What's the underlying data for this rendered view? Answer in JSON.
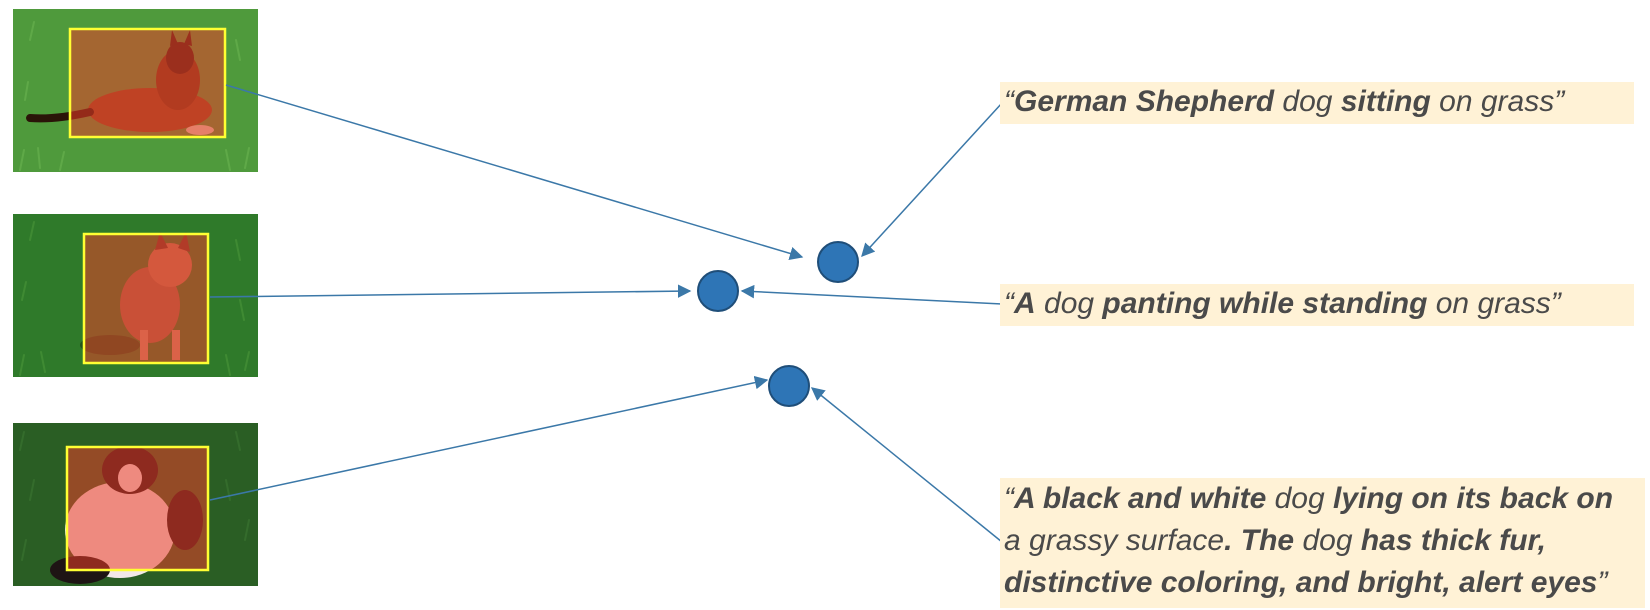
{
  "images": [
    {
      "subject": "german-shepherd",
      "grass": "#4f9a3c",
      "grass_dark": "#3f8530"
    },
    {
      "subject": "husky",
      "grass": "#2f7a2a",
      "grass_dark": "#225f1e"
    },
    {
      "subject": "black-white-dog",
      "grass": "#2a5e24",
      "grass_dark": "#1b4318"
    }
  ],
  "colors": {
    "box_outline": "#ffff33",
    "mask_overlay": "rgba(235, 60, 40, 0.55)",
    "node_fill": "#2e75b6",
    "node_stroke": "#1f4e79",
    "arrow": "#3b78a8",
    "caption_bg": "#fff2d6",
    "caption_text": "#4a4a4a"
  },
  "captions": [
    {
      "segments": [
        {
          "text": "“",
          "bold": false
        },
        {
          "text": "German Shepherd",
          "bold": true
        },
        {
          "text": " dog ",
          "bold": false
        },
        {
          "text": "sitting",
          "bold": true
        },
        {
          "text": " on grass”",
          "bold": false
        }
      ]
    },
    {
      "segments": [
        {
          "text": "“",
          "bold": false
        },
        {
          "text": "A",
          "bold": true
        },
        {
          "text": " dog ",
          "bold": false
        },
        {
          "text": "panting while standing",
          "bold": true
        },
        {
          "text": " on grass”",
          "bold": false
        }
      ]
    },
    {
      "lines": [
        [
          {
            "text": "“",
            "bold": false
          },
          {
            "text": "A black and white",
            "bold": true
          },
          {
            "text": " dog ",
            "bold": false
          },
          {
            "text": "lying on its back on",
            "bold": true
          }
        ],
        [
          {
            "text": "a grassy surface",
            "bold": false
          },
          {
            "text": ". The",
            "bold": true
          },
          {
            "text": " dog ",
            "bold": false
          },
          {
            "text": "has thick fur,",
            "bold": true
          }
        ],
        [
          {
            "text": "distinctive coloring, and bright, alert eyes",
            "bold": true
          },
          {
            "text": "”",
            "bold": false
          }
        ]
      ]
    }
  ]
}
